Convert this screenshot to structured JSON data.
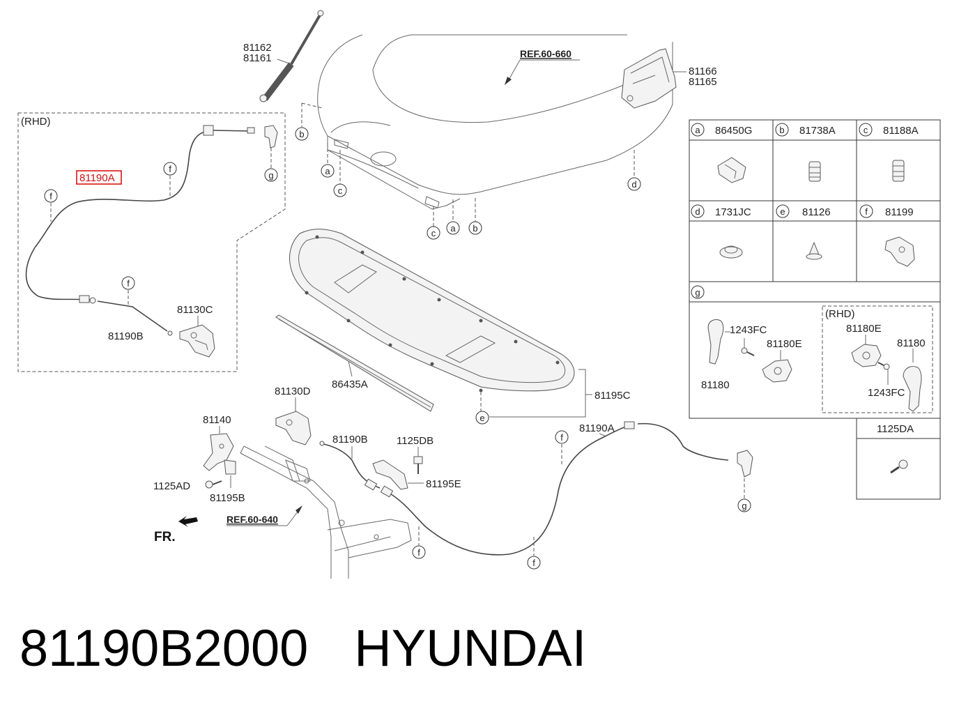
{
  "labels": {
    "p81162": "81162",
    "p81161": "81161",
    "ref_660": "REF.60-660",
    "p81166": "81166",
    "p81165": "81165",
    "rhd_left": "(RHD)",
    "p81190A_hl": "81190A",
    "p81190B_left": "81190B",
    "p81130C": "81130C",
    "p86435A": "86435A",
    "p81195C": "81195C",
    "p81130D": "81130D",
    "p81140": "81140",
    "p1125AD": "1125AD",
    "p81195B": "81195B",
    "ref_640": "REF.60-640",
    "fr": "FR.",
    "p81190B_bottom": "81190B",
    "p1125DB": "1125DB",
    "p81195E": "81195E",
    "p81190A_bottom": "81190A"
  },
  "callouts": {
    "a": "a",
    "b": "b",
    "c": "c",
    "d": "d",
    "e": "e",
    "f": "f",
    "g": "g"
  },
  "table": {
    "cells": [
      {
        "key": "a",
        "code": "86450G"
      },
      {
        "key": "b",
        "code": "81738A"
      },
      {
        "key": "c",
        "code": "81188A"
      },
      {
        "key": "d",
        "code": "1731JC"
      },
      {
        "key": "e",
        "code": "81126"
      },
      {
        "key": "f",
        "code": "81199"
      }
    ],
    "g_key": "g",
    "g_parts": {
      "p1243FC_l": "1243FC",
      "p81180E_l": "81180E",
      "p81180_l": "81180",
      "rhd": "(RHD)",
      "p81180E_r": "81180E",
      "p81180_r": "81180",
      "p1243FC_r": "1243FC"
    },
    "extra_code": "1125DA"
  },
  "footer": {
    "part_number": "81190B2000",
    "brand": "HYUNDAI"
  },
  "colors": {
    "highlight": "#dd1111",
    "line": "#444444",
    "part_fill": "#f3f3f3"
  }
}
